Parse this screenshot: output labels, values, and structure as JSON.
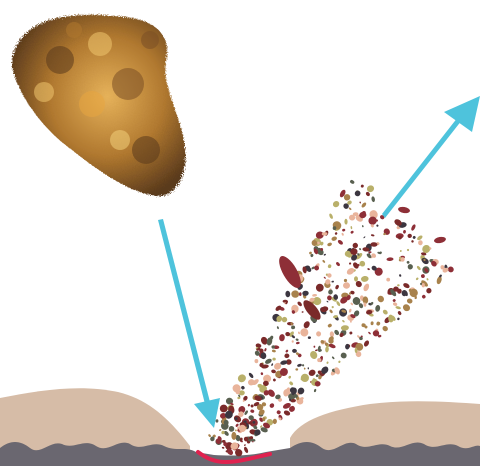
{
  "scene": {
    "background": "#ffffff",
    "colors": {
      "arrow": "#4ec3dc",
      "ground_sand": "#d6bca7",
      "ground_rock": "#6a6770",
      "crater_rim": "#e0224f",
      "meteor_light": "#e6b25a",
      "meteor_mid": "#b0782f",
      "meteor_dark": "#5a3a1c",
      "debris": [
        "#7a2a2a",
        "#3c3640",
        "#b9b06a",
        "#e9b49b",
        "#a8824c",
        "#8e2f37",
        "#596050"
      ]
    },
    "objects": [
      "meteorite",
      "incoming-trajectory-arrow",
      "ejected-debris-plume",
      "outgoing-trajectory-arrow",
      "ground-surface",
      "impact-crater"
    ]
  }
}
